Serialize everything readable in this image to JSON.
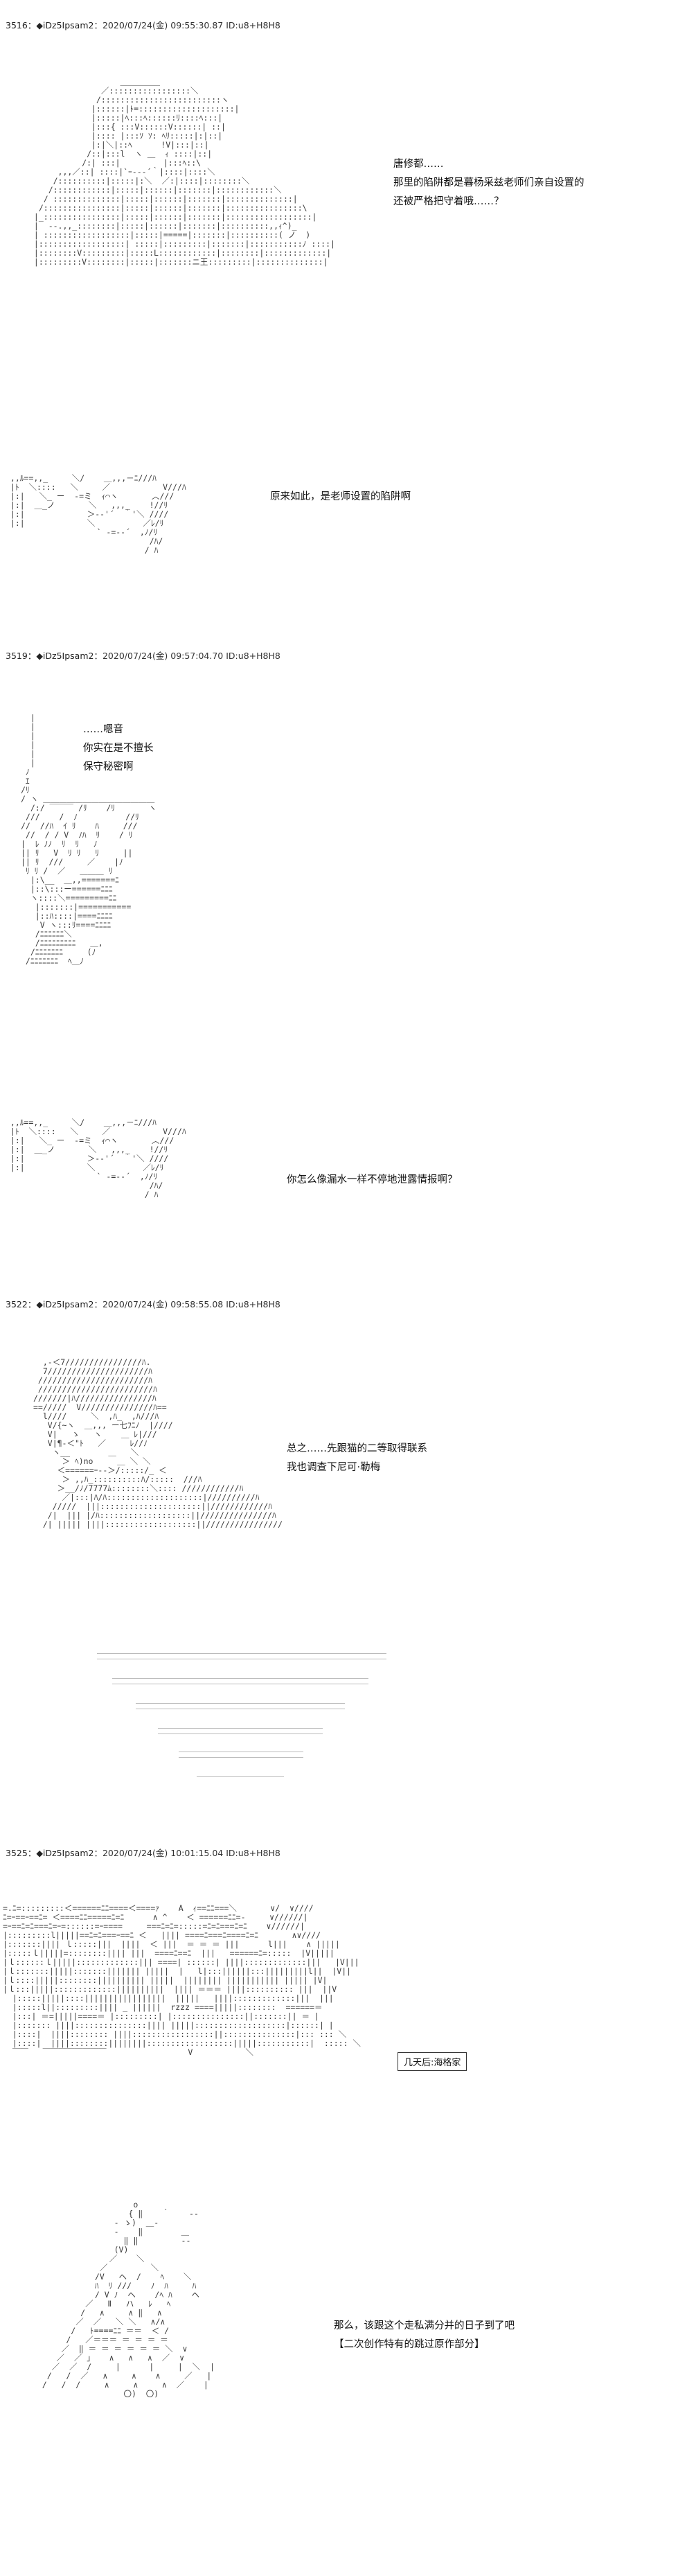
{
  "posts": [
    {
      "header": {
        "number": "3516",
        "name_trip": "：◆iDz5Ipsam2",
        "datetime": "：2020/07/24(金) 09:55:30.87",
        "id": "ID:u8+H8H8"
      },
      "lines": [
        "唐修都……",
        "那里的陷阱都是暮杨采兹老师们亲自设置的",
        "还被严格把守着哦……？"
      ],
      "reply": "原来如此，是老师设置的陷阱啊"
    },
    {
      "header": {
        "number": "3519",
        "name_trip": "：◆iDz5Ipsam2",
        "datetime": "：2020/07/24(金) 09:57:04.70",
        "id": "ID:u8+H8H8"
      },
      "lines": [
        "……嗯音",
        "你实在是不擅长",
        "保守秘密啊"
      ],
      "reply": "你怎么像漏水一样不停地泄露情报啊？"
    },
    {
      "header": {
        "number": "3522",
        "name_trip": "：◆iDz5Ipsam2",
        "datetime": "：2020/07/24(金) 09:58:55.08",
        "id": "ID:u8+H8H8"
      },
      "lines": [
        "总之……先跟猫的二等取得联系",
        "我也调查下尼可·勒梅"
      ]
    },
    {
      "header": {
        "number": "3525",
        "name_trip": "：◆iDz5Ipsam2",
        "datetime": "：2020/07/24(金) 10:01:15.04",
        "id": "ID:u8+H8H8"
      },
      "caption": "几天后:海格家",
      "lines": [
        "那么，该跟这个走私满分并的日子到了吧",
        "【二次创作特有的跳过原作部分】"
      ]
    }
  ]
}
